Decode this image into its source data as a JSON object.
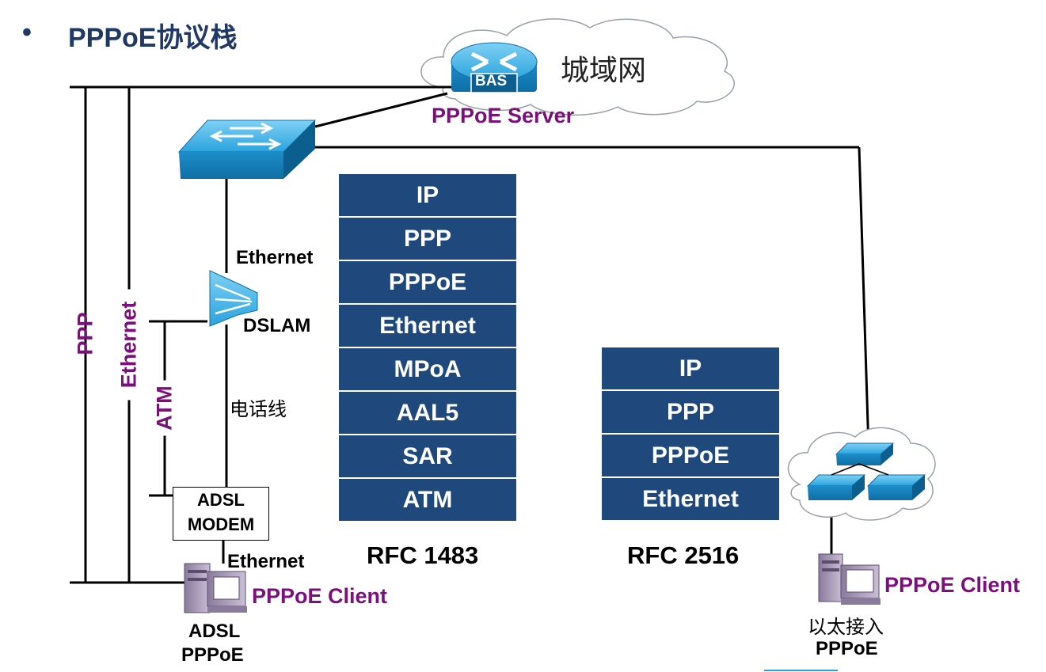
{
  "title": {
    "bullet": "•",
    "text": "PPPoE协议栈"
  },
  "cloud": {
    "label": "城域网"
  },
  "bas": {
    "label": "BAS",
    "server_label": "PPPoE Server"
  },
  "left": {
    "ppp_label": "PPP",
    "ethernet_label": "Ethernet",
    "atm_label": "ATM",
    "ethernet_link_label": "Ethernet",
    "dslam_label": "DSLAM",
    "phone_line_label": "电话线",
    "modem_line1": "ADSL",
    "modem_line2": "MODEM",
    "pc_link_label": "Ethernet",
    "client_label": "PPPoE Client",
    "caption_line1": "ADSL",
    "caption_line2": "PPPoE"
  },
  "stack_rfc1483": {
    "layers": [
      "IP",
      "PPP",
      "PPPoE",
      "Ethernet",
      "MPoA",
      "AAL5",
      "SAR",
      "ATM"
    ],
    "caption": "RFC 1483"
  },
  "stack_rfc2516": {
    "layers": [
      "IP",
      "PPP",
      "PPPoE",
      "Ethernet"
    ],
    "caption": "RFC 2516"
  },
  "right": {
    "client_label": "PPPoE Client",
    "caption_line1": "以太接入",
    "caption_line2": "PPPoE"
  },
  "colors": {
    "heading": "#1f3864",
    "stack_fill": "#1f497d",
    "accent_purple": "#7b0f7b",
    "device_blue": "#1e8fd1"
  }
}
